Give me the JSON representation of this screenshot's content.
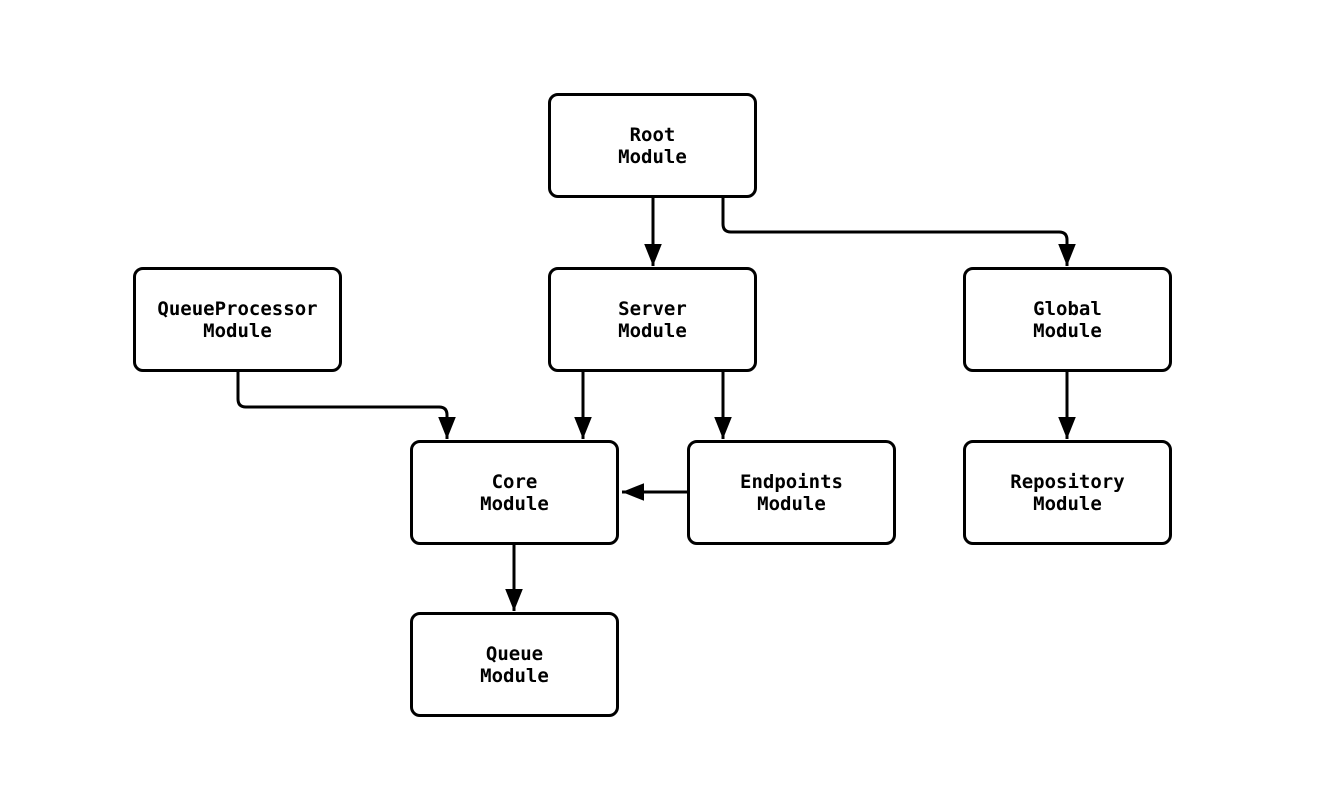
{
  "diagram": {
    "type": "module-dependency-graph",
    "colors": {
      "stroke": "#000000",
      "background": "#ffffff",
      "text": "#000000",
      "node_fill": "#ffffff"
    },
    "nodes": [
      {
        "id": "root",
        "line1": "Root",
        "line2": "Module"
      },
      {
        "id": "queueprocessor",
        "line1": "QueueProcessor",
        "line2": "Module"
      },
      {
        "id": "server",
        "line1": "Server",
        "line2": "Module"
      },
      {
        "id": "global",
        "line1": "Global",
        "line2": "Module"
      },
      {
        "id": "core",
        "line1": "Core",
        "line2": "Module"
      },
      {
        "id": "endpoints",
        "line1": "Endpoints",
        "line2": "Module"
      },
      {
        "id": "repository",
        "line1": "Repository",
        "line2": "Module"
      },
      {
        "id": "queue",
        "line1": "Queue",
        "line2": "Module"
      }
    ],
    "edges": [
      {
        "from": "root",
        "to": "server"
      },
      {
        "from": "root",
        "to": "global"
      },
      {
        "from": "queueprocessor",
        "to": "core"
      },
      {
        "from": "server",
        "to": "core"
      },
      {
        "from": "server",
        "to": "endpoints"
      },
      {
        "from": "endpoints",
        "to": "core"
      },
      {
        "from": "global",
        "to": "repository"
      },
      {
        "from": "core",
        "to": "queue"
      }
    ]
  }
}
